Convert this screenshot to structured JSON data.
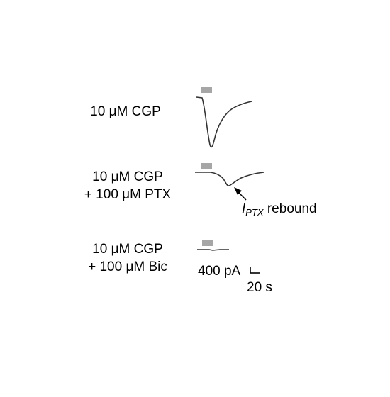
{
  "conditions": [
    {
      "lines": [
        "10 μM CGP"
      ]
    },
    {
      "lines": [
        "10 μM CGP",
        "+ 100 μM PTX"
      ]
    },
    {
      "lines": [
        "10 μM CGP",
        "+ 100 μM Bic"
      ]
    }
  ],
  "annotation": {
    "italic": "I",
    "subscript": "PTX",
    "rest": " rebound"
  },
  "scale_bar": {
    "current": "400 pA",
    "time": "20 s"
  },
  "colors": {
    "trace": "#333333",
    "application_bar": "#a6a6a6"
  }
}
